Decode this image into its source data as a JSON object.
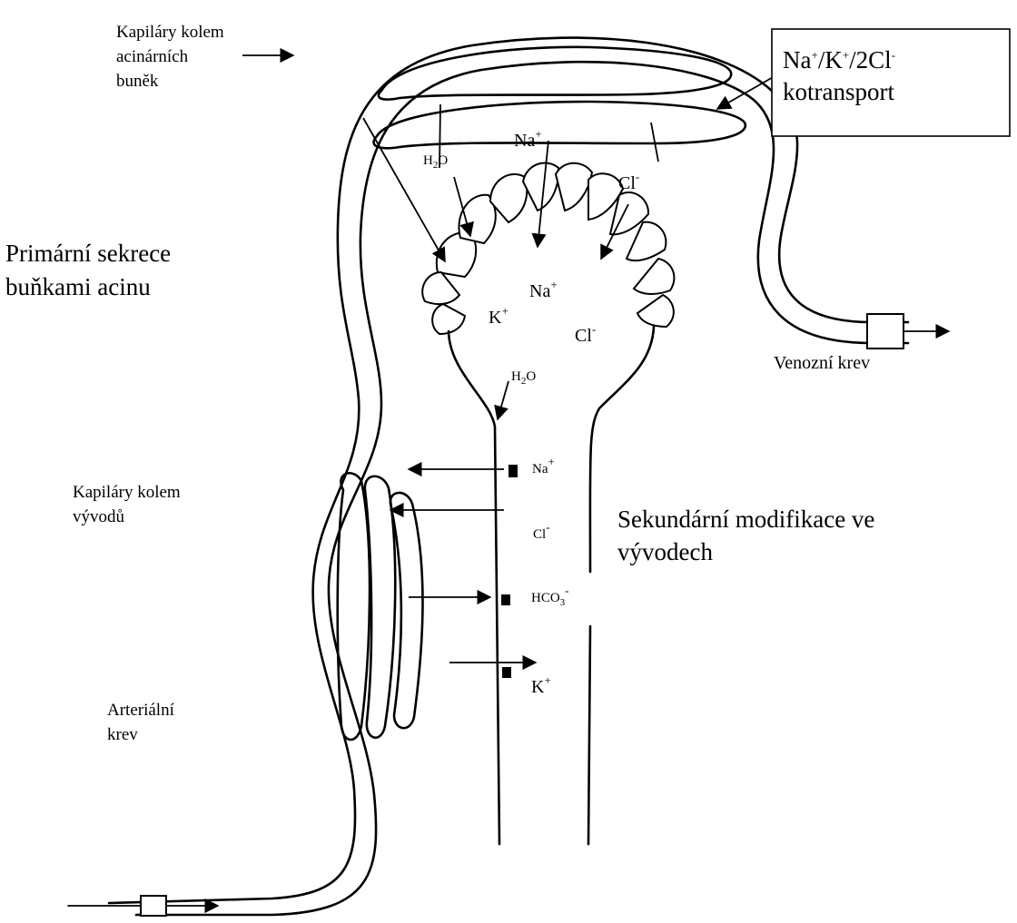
{
  "labels": {
    "cap_acinar_line1": "Kapiláry kolem",
    "cap_acinar_line2": "acinárních",
    "cap_acinar_line3": "buněk",
    "cotransport_line1_a": "Na",
    "cotransport_line1_b": "+",
    "cotransport_line1_c": "/K",
    "cotransport_line1_d": "+",
    "cotransport_line1_e": "/2Cl",
    "cotransport_line1_f": "-",
    "cotransport_line2": "kotransport",
    "primary_line1": "Primární sekrece",
    "primary_line2": "buňkami acinu",
    "venous": "Venozní krev",
    "cap_duct_line1": "Kapiláry kolem",
    "cap_duct_line2": "vývodů",
    "secondary_line1": "Sekundární modifikace ve",
    "secondary_line2": "vývodech",
    "arterial_line1": "Arteriální",
    "arterial_line2": "krev"
  },
  "ions": {
    "h2o_base": "H",
    "h2o_sub": "2",
    "h2o_tail": "O",
    "na_base": "Na",
    "plus": "+",
    "cl_base": "Cl",
    "minus": "-",
    "k_base": "K",
    "hco3_base": "HCO",
    "hco3_sub": "3",
    "hco3_sup": "-"
  }
}
